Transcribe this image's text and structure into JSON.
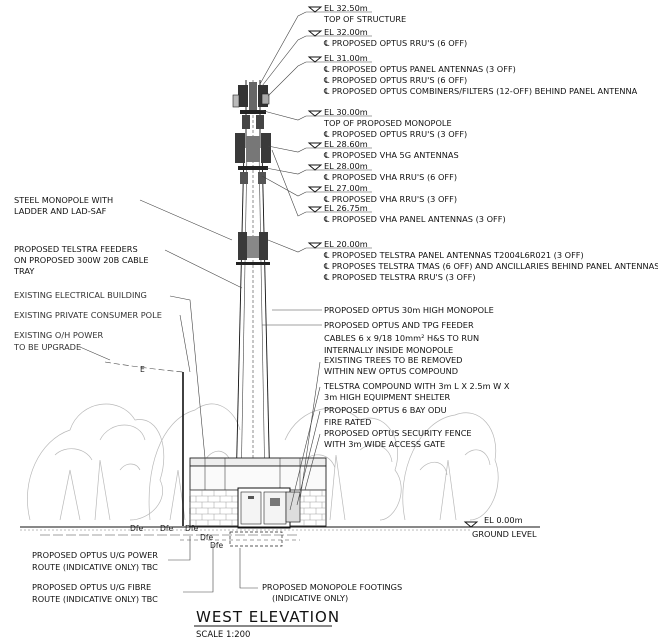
{
  "elevations": [
    {
      "id": "el-32-50",
      "level": "EL  32.50m",
      "lines": [
        "TOP OF STRUCTURE"
      ]
    },
    {
      "id": "el-32-00",
      "level": "EL  32.00m",
      "lines": [
        "℄ PROPOSED OPTUS RRU'S (6 OFF)"
      ]
    },
    {
      "id": "el-31-00",
      "level": "EL  31.00m",
      "lines": [
        "℄ PROPOSED OPTUS PANEL ANTENNAS (3 OFF)",
        "℄ PROPOSED OPTUS RRU'S (6 OFF)",
        "℄ PROPOSED OPTUS COMBINERS/FILTERS (12-OFF) BEHIND PANEL ANTENNA"
      ]
    },
    {
      "id": "el-30-00",
      "level": "EL  30.00m",
      "lines": [
        "TOP OF PROPOSED MONOPOLE",
        "℄ PROPOSED OPTUS RRU'S (3 OFF)"
      ]
    },
    {
      "id": "el-28-60",
      "level": "EL  28.60m",
      "lines": [
        "℄ PROPOSED VHA 5G ANTENNAS"
      ]
    },
    {
      "id": "el-28-00",
      "level": "EL  28.00m",
      "lines": [
        "℄ PROPOSED VHA RRU'S (6 OFF)"
      ]
    },
    {
      "id": "el-27-00",
      "level": "EL  27.00m",
      "lines": [
        "℄ PROPOSED VHA RRU'S (3 OFF)"
      ]
    },
    {
      "id": "el-26-75",
      "level": "EL  26.75m",
      "lines": [
        "℄ PROPOSED VHA PANEL ANTENNAS (3 OFF)"
      ]
    },
    {
      "id": "el-20-00",
      "level": "EL  20.00m",
      "lines": [
        "℄ PROPOSED TELSTRA PANEL ANTENNAS T2004L6R021 (3 OFF)",
        "℄ PROPOSES TELSTRA TMAS (6 OFF) AND ANCILLARIES BEHIND PANEL ANTENNAS",
        "℄ PROPOSED TELSTRA RRU'S (3 OFF)"
      ]
    }
  ],
  "left_labels": {
    "steel_monopole": [
      "STEEL MONOPOLE WITH",
      "LADDER AND LAD-SAF"
    ],
    "telstra_feeders": [
      "PROPOSED TELSTRA FEEDERS",
      "ON PROPOSED 300W 20B CABLE",
      "TRAY"
    ],
    "electrical_building": "EXISTING ELECTRICAL BUILDING",
    "consumer_pole": "EXISTING PRIVATE CONSUMER POLE",
    "oh_power": [
      "EXISTING O/H POWER",
      "TO BE UPGRADE"
    ],
    "power_line_mark": "E"
  },
  "right_labels": {
    "monopole": "PROPOSED OPTUS 30m HIGH MONOPOLE",
    "feeder": [
      "PROPOSED OPTUS AND TPG FEEDER",
      "CABLES 6 x 9/18 10mm² H&S TO RUN",
      "INTERNALLY INSIDE MONOPOLE"
    ],
    "trees": [
      "EXISTING TREES  TO BE REMOVED",
      "WITHIN NEW OPTUS COMPOUND"
    ],
    "compound": [
      "TELSTRA COMPOUND WITH 3m L X 2.5m W X",
      "3m HIGH EQUIPMENT SHELTER"
    ],
    "odu": [
      "PROPOSED OPTUS 6 BAY ODU",
      "FIRE RATED"
    ],
    "fence": [
      "PROPOSED OPTUS SECURITY FENCE",
      "WITH 3m WIDE ACCESS GATE"
    ]
  },
  "ground": {
    "level": "EL  0.00m",
    "label": "GROUND LEVEL"
  },
  "cable_marks": [
    "Dfe",
    "Dfe",
    "Dfe",
    "Dfe",
    "Dfe"
  ],
  "bottom_labels": {
    "power_route": [
      "PROPOSED OPTUS U/G POWER",
      "ROUTE (INDICATIVE ONLY) TBC"
    ],
    "fibre_route": [
      "PROPOSED OPTUS U/G FIBRE",
      "ROUTE (INDICATIVE ONLY) TBC"
    ],
    "footings": [
      "PROPOSED MONOPOLE FOOTINGS",
      "(INDICATIVE ONLY)"
    ]
  },
  "title": "WEST ELEVATION",
  "scale": "SCALE 1:200"
}
